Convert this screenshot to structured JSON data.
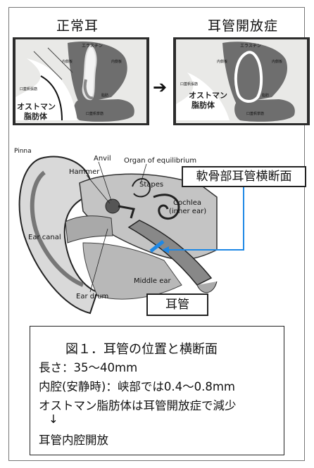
{
  "top": {
    "left_title": "正常耳",
    "right_title": "耳管開放症",
    "arrow": "➔"
  },
  "diagram_labels": {
    "elastin": "エラスチン",
    "inner_plate": "内側板",
    "outer_plate": "内側板",
    "tensor": "口蓋帆張筋",
    "levator": "口蓋帆挙筋",
    "ostmann_1": "オストマン",
    "ostmann_2": "脂肪体",
    "fat": "脂肪"
  },
  "ear_labels": {
    "pinna": "Pinna",
    "anvil": "Anvil",
    "hammer": "Hammer",
    "organ": "Organ of equilibrium",
    "stapes": "Stapes",
    "cochlea_1": "Cochlea",
    "cochlea_2": "(inner ear)",
    "ear_canal": "Ear canal",
    "middle_ear": "Middle ear",
    "ear_drum": "Ear drum"
  },
  "callouts": {
    "cross_section": "軟骨部耳管横断面",
    "tube": "耳管"
  },
  "caption": {
    "title": "図１．耳管の位置と横断面",
    "line1": "長さ：35〜40mm",
    "line2": "内腔(安静時)：峡部では0.4〜0.8mm",
    "line3": "オストマン脂肪体は耳管開放症で減少",
    "arrow": "↓",
    "line4": "耳管内腔開放"
  }
}
